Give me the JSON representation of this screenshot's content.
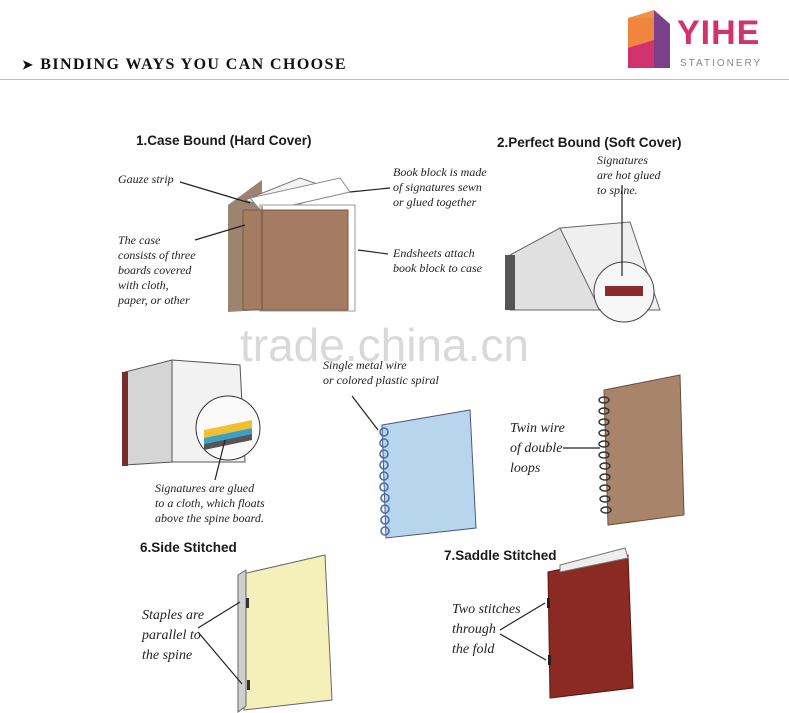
{
  "header": {
    "arrow_glyph": "➤",
    "title": "BINDING WAYS YOU CAN CHOOSE"
  },
  "logo": {
    "brand": "YIHE",
    "tagline": "STATIONERY",
    "colors": {
      "pink": "#d2326e",
      "orange": "#f08a3c",
      "purple": "#7b3f8c"
    }
  },
  "sections": {
    "case_bound": {
      "title": "1.Case Bound (Hard Cover)",
      "gauze": "Gauze strip",
      "case_lines": [
        "The case",
        "consists of three",
        "boards covered",
        "with cloth,",
        "paper, or other"
      ],
      "block_lines": [
        "Book block is made",
        "of signatures sewn",
        "or glued together"
      ],
      "endsheet_lines": [
        "Endsheets attach",
        "book block to case"
      ]
    },
    "perfect_bound": {
      "title": "2.Perfect Bound (Soft Cover)",
      "glue_lines": [
        "Signatures",
        "are hot glued",
        "to spine."
      ]
    },
    "lay_flat": {
      "cloth_lines": [
        "Signatures are glued",
        "to a cloth, which floats",
        "above the spine board."
      ]
    },
    "spiral": {
      "lines": [
        "Single metal wire",
        "or colored plastic spiral"
      ]
    },
    "twin_wire": {
      "lines": [
        "Twin wire",
        "of double",
        "loops"
      ]
    },
    "side_stitched": {
      "title": "6.Side Stitched",
      "lines": [
        "Staples are",
        "parallel to",
        "the spine"
      ]
    },
    "saddle_stitched": {
      "title": "7.Saddle Stitched",
      "lines": [
        "Two stitches",
        "through",
        "the fold"
      ]
    }
  },
  "watermark": "trade.china.cn"
}
